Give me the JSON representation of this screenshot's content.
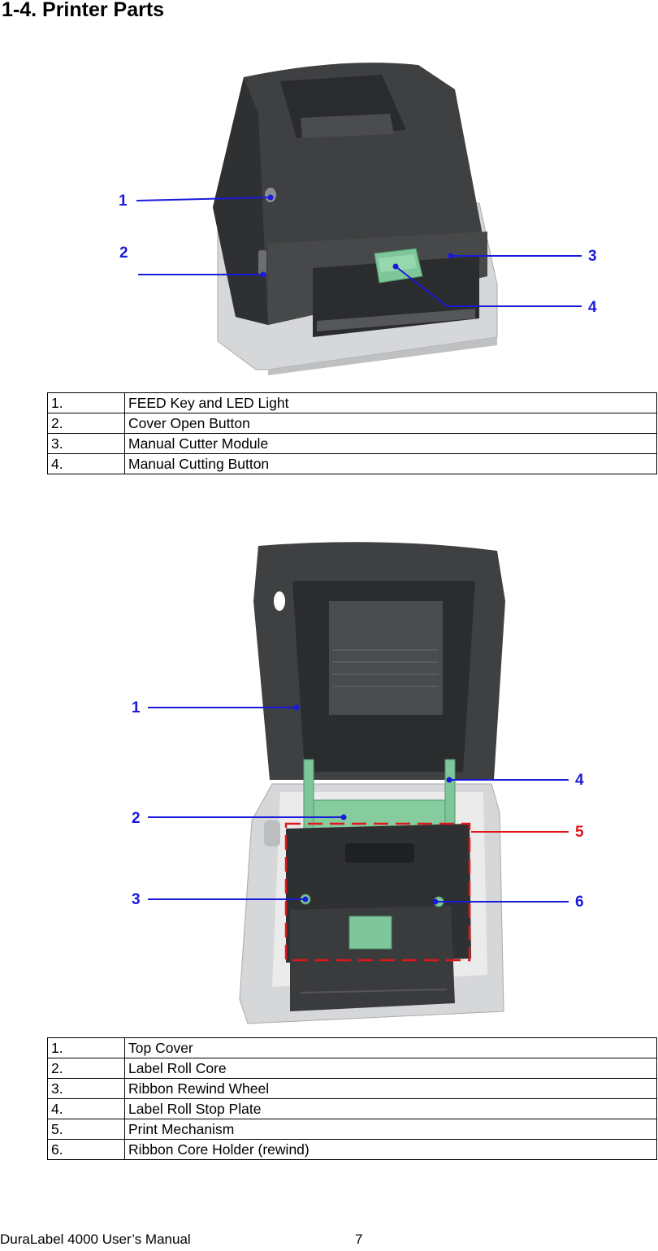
{
  "page_title": "1-4. Printer Parts",
  "figure1": {
    "callouts": [
      "1",
      "2",
      "3",
      "4"
    ],
    "parts": [
      {
        "num": "1.",
        "label": "FEED Key and LED Light"
      },
      {
        "num": "2.",
        "label": "Cover Open Button"
      },
      {
        "num": "3.",
        "label": "Manual Cutter Module"
      },
      {
        "num": "4.",
        "label": "Manual Cutting Button"
      }
    ]
  },
  "figure2": {
    "callouts": [
      "1",
      "2",
      "3",
      "4",
      "5",
      "6"
    ],
    "parts": [
      {
        "num": "1.",
        "label": "Top Cover"
      },
      {
        "num": "2.",
        "label": "Label Roll Core"
      },
      {
        "num": "3.",
        "label": "Ribbon Rewind Wheel"
      },
      {
        "num": "4.",
        "label": "Label Roll Stop Plate"
      },
      {
        "num": "5.",
        "label": "Print Mechanism"
      },
      {
        "num": "6.",
        "label": "Ribbon Core Holder (rewind)"
      }
    ]
  },
  "colors": {
    "callout": "#1a1adb",
    "highlight": "#e0161b",
    "printer_body": "#3f4042",
    "printer_base": "#d6d7d9",
    "mechanism_green": "#7fc79a"
  },
  "footer": {
    "manual": "DuraLabel 4000 User’s Manual",
    "page": "7"
  }
}
